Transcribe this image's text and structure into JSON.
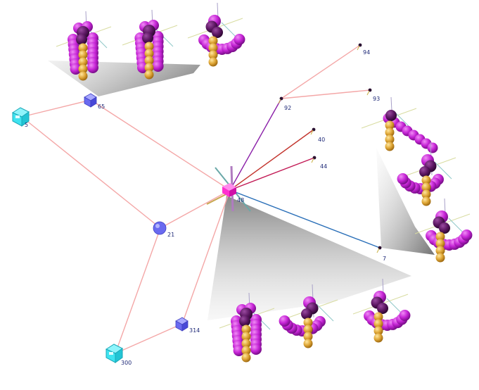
{
  "nodes": [
    {
      "id": "n5",
      "label": "5",
      "kind": "cyan-box"
    },
    {
      "id": "n300",
      "label": "300",
      "kind": "cyan-box"
    },
    {
      "id": "n65",
      "label": "65",
      "kind": "blue-box"
    },
    {
      "id": "n21",
      "label": "21",
      "kind": "blue-sphere"
    },
    {
      "id": "n314",
      "label": "314",
      "kind": "blue-box"
    },
    {
      "id": "n48",
      "label": "48",
      "kind": "magenta-hub"
    },
    {
      "id": "n92",
      "label": "92",
      "kind": "leaf"
    },
    {
      "id": "n94",
      "label": "94",
      "kind": "leaf"
    },
    {
      "id": "n93",
      "label": "93",
      "kind": "leaf"
    },
    {
      "id": "n40",
      "label": "40",
      "kind": "leaf"
    },
    {
      "id": "n44",
      "label": "44",
      "kind": "leaf"
    },
    {
      "id": "n7",
      "label": "7",
      "kind": "leaf"
    }
  ],
  "edges": [
    {
      "from": "n5",
      "to": "n65",
      "color": "#f4a7a7"
    },
    {
      "from": "n5",
      "to": "n21",
      "color": "#f4a7a7"
    },
    {
      "from": "n65",
      "to": "n48",
      "color": "#f4a7a7"
    },
    {
      "from": "n21",
      "to": "n48",
      "color": "#f4a7a7"
    },
    {
      "from": "n21",
      "to": "n300",
      "color": "#f4a7a7"
    },
    {
      "from": "n300",
      "to": "n314",
      "color": "#f4a7a7"
    },
    {
      "from": "n314",
      "to": "n48",
      "color": "#f4a7a7"
    },
    {
      "from": "n48",
      "to": "n92",
      "color": "#8a1fa8"
    },
    {
      "from": "n92",
      "to": "n94",
      "color": "#f4a7a7"
    },
    {
      "from": "n92",
      "to": "n93",
      "color": "#f4a7a7"
    },
    {
      "from": "n48",
      "to": "n40",
      "color": "#c2332c"
    },
    {
      "from": "n48",
      "to": "n44",
      "color": "#c21a55"
    },
    {
      "from": "n48",
      "to": "n7",
      "color": "#2a6fb8"
    }
  ],
  "colors": {
    "edge_default": "#f4a7a7",
    "node_cyan": "#3fe3f0",
    "node_blue": "#6a6af0",
    "hub_magenta": "#ff2fd0",
    "bead_purple": "#b021c8",
    "bead_dark": "#4a1050",
    "bead_gold": "#d9a030",
    "label": "#1f2a78"
  },
  "structure_panels": 3
}
